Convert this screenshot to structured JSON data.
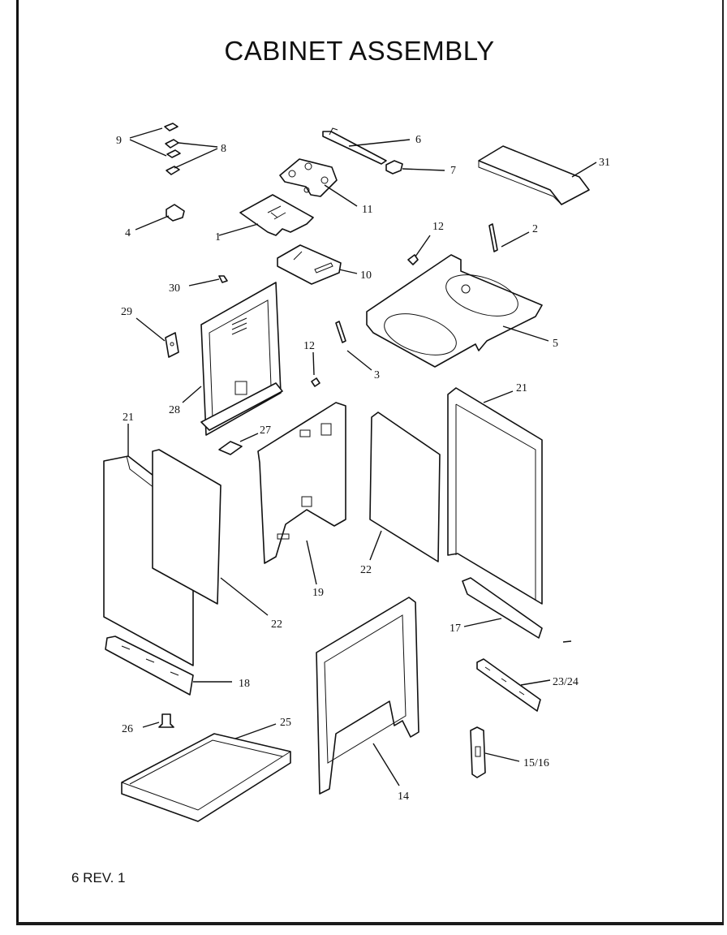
{
  "title": "CABINET ASSEMBLY",
  "footer": "6 REV. 1",
  "parts": [
    {
      "key": "p1",
      "label": "1"
    },
    {
      "key": "p2",
      "label": "2"
    },
    {
      "key": "p3",
      "label": "3"
    },
    {
      "key": "p4",
      "label": "4"
    },
    {
      "key": "p5",
      "label": "5"
    },
    {
      "key": "p6",
      "label": "6"
    },
    {
      "key": "p7",
      "label": "7"
    },
    {
      "key": "p8",
      "label": "8"
    },
    {
      "key": "p9",
      "label": "9"
    },
    {
      "key": "p10",
      "label": "10"
    },
    {
      "key": "p11",
      "label": "11"
    },
    {
      "key": "p12a",
      "label": "12"
    },
    {
      "key": "p12b",
      "label": "12"
    },
    {
      "key": "p14",
      "label": "14"
    },
    {
      "key": "p15",
      "label": "15/16"
    },
    {
      "key": "p17",
      "label": "17"
    },
    {
      "key": "p18",
      "label": "18"
    },
    {
      "key": "p19",
      "label": "19"
    },
    {
      "key": "p21a",
      "label": "21"
    },
    {
      "key": "p21b",
      "label": "21"
    },
    {
      "key": "p22a",
      "label": "22"
    },
    {
      "key": "p22b",
      "label": "22"
    },
    {
      "key": "p23",
      "label": "23/24"
    },
    {
      "key": "p25",
      "label": "25"
    },
    {
      "key": "p26",
      "label": "26"
    },
    {
      "key": "p27",
      "label": "27"
    },
    {
      "key": "p28",
      "label": "28"
    },
    {
      "key": "p29",
      "label": "29"
    },
    {
      "key": "p30",
      "label": "30"
    },
    {
      "key": "p31",
      "label": "31"
    }
  ]
}
